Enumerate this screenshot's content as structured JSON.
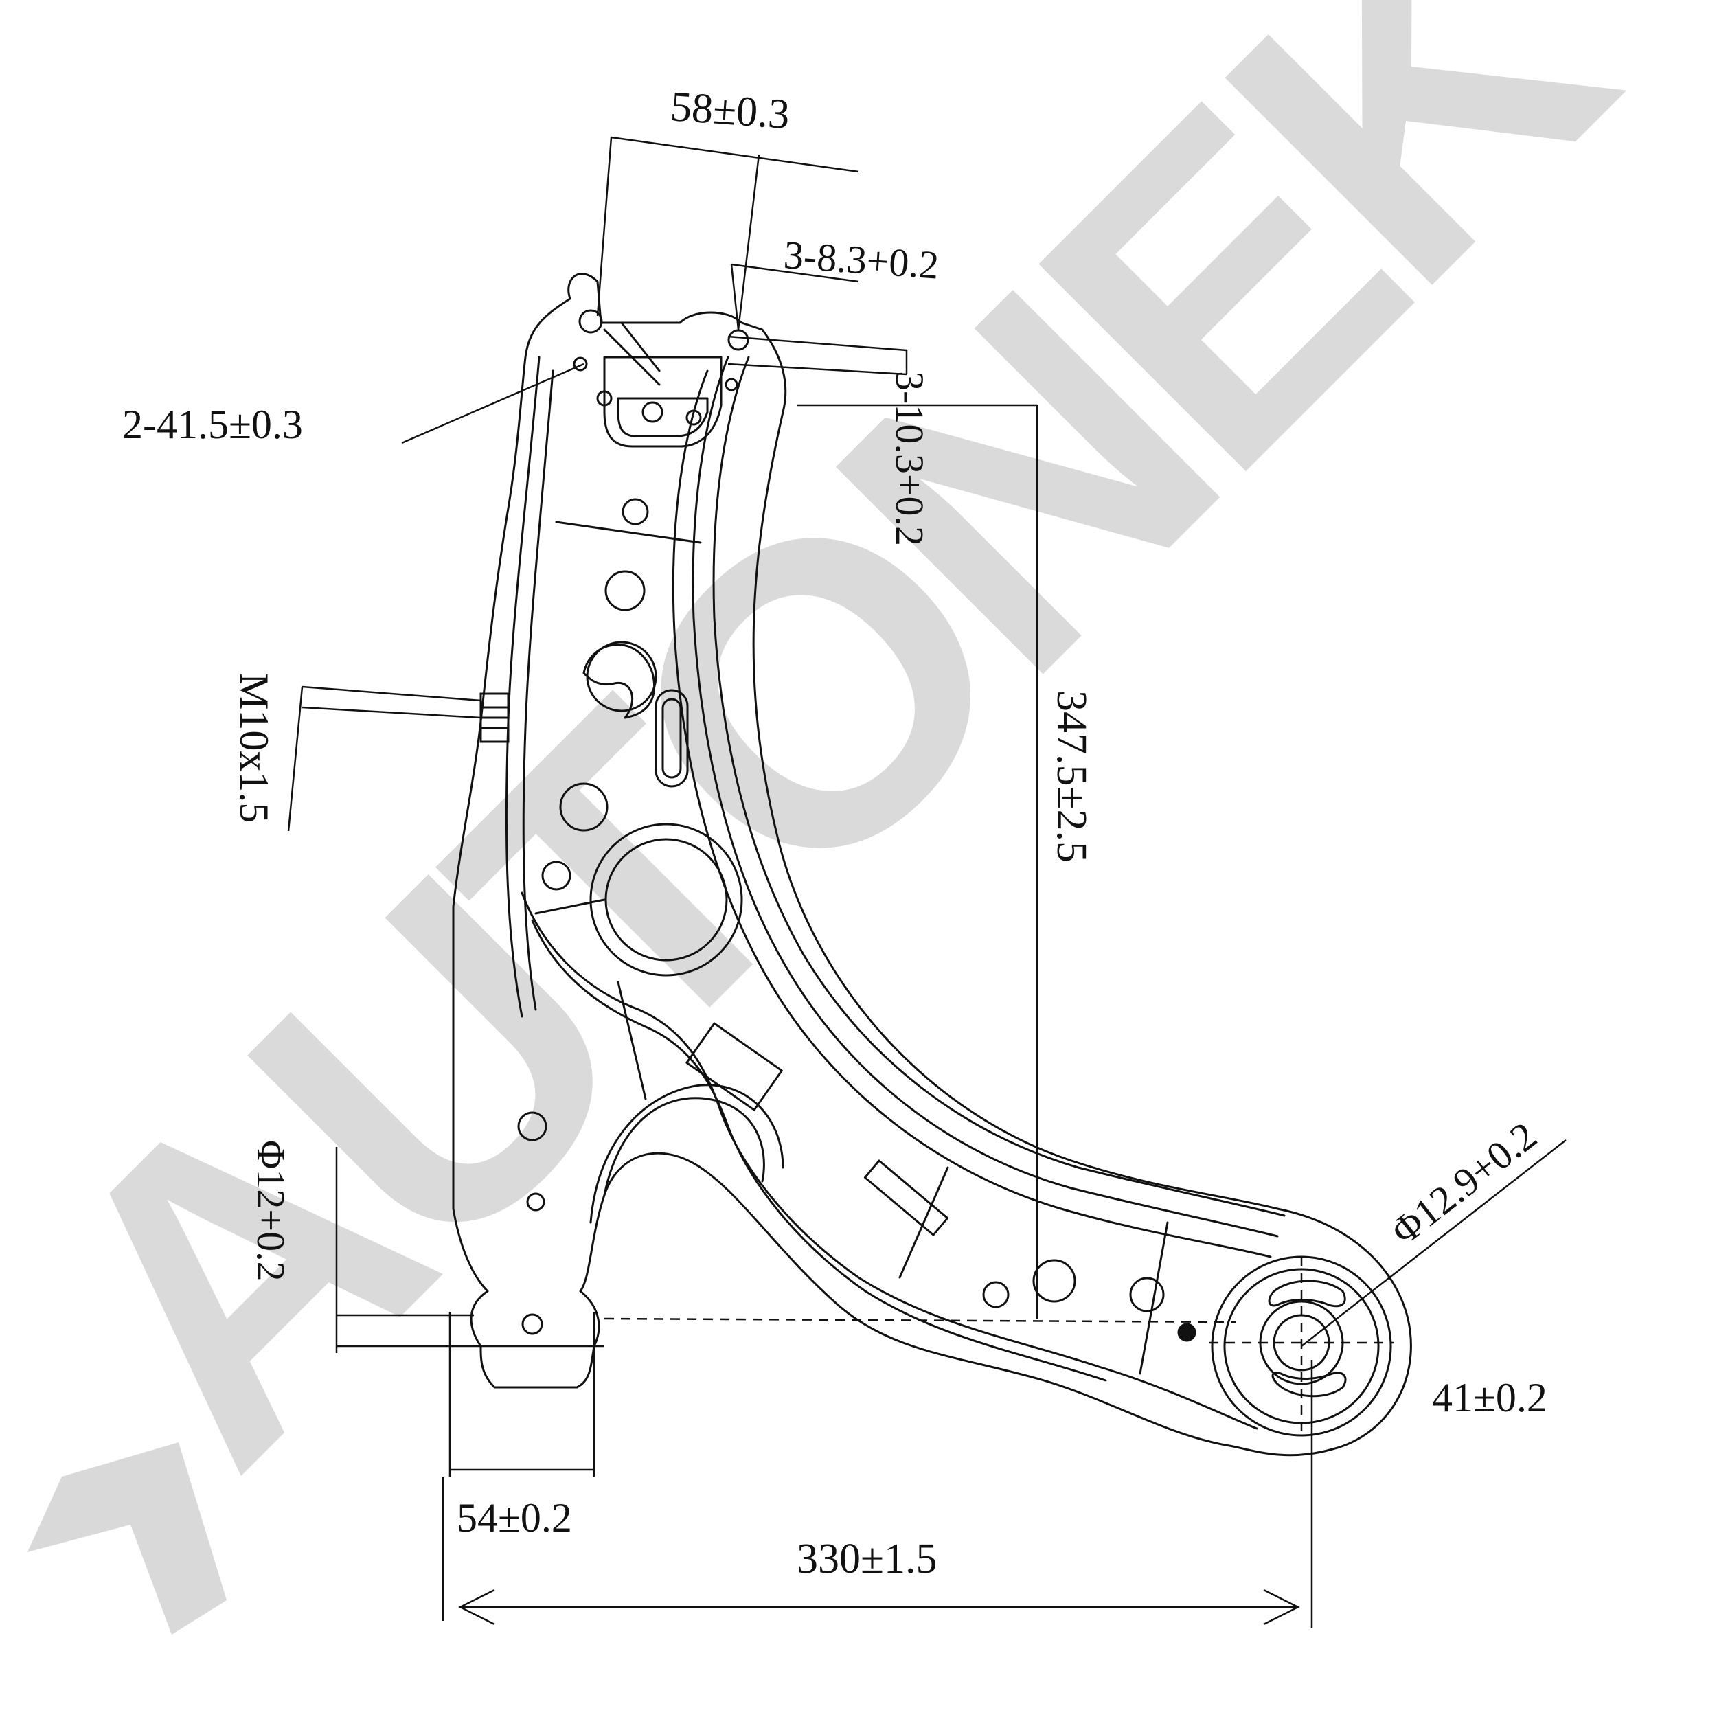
{
  "colors": {
    "line": "#111111",
    "watermark": "#d9d9d9",
    "background": "#ffffff"
  },
  "watermark": {
    "text": "AUTONEK"
  },
  "dimensions": {
    "top_width": "58±0.3",
    "top_holes": "3-8.3+0.2",
    "left_holes": "2-41.5±0.3",
    "right_holes": "3-10.3+0.2",
    "thread": "M10x1.5",
    "height": "347.5±2.5",
    "bottom_pin_dia": "Φ12+0.2",
    "bushing_dia": "Φ12.9+0.2",
    "bushing_width": "41±0.2",
    "pin_width": "54±0.2",
    "overall_length": "330±1.5"
  }
}
